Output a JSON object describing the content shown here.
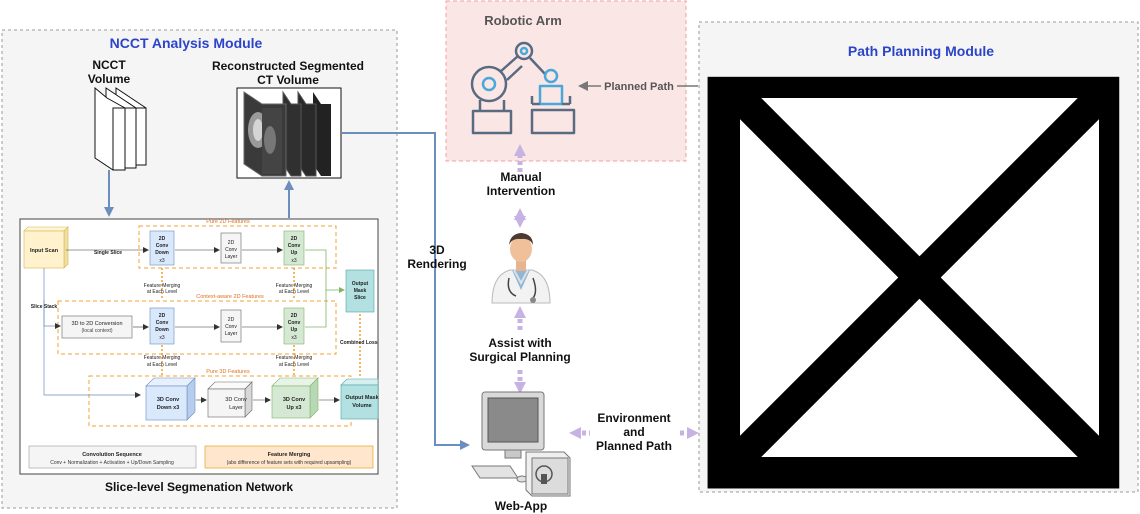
{
  "ncct_module": {
    "title": "NCCT Analysis Module",
    "volume_label_1": "NCCT",
    "volume_label_2": "Volume",
    "recon_label_1": "Reconstructed Segmented",
    "recon_label_2": "CT Volume",
    "network_caption": "Slice-level Segmenation Network"
  },
  "network": {
    "input_scan": "Input Scan",
    "single_slice": "Single Slice",
    "slice_stack": "Slice Stack",
    "pure2d_title": "Pure 2D Features",
    "context2d_title": "Context-aware 2D Features",
    "pure3d_title": "Pure 3D Features",
    "conv2d_down": [
      "2D",
      "Conv",
      "Down",
      "x3"
    ],
    "conv2d_layer": [
      "2D",
      "Conv",
      "Layer"
    ],
    "conv2d_up": [
      "2D",
      "Conv",
      "Up",
      "x3"
    ],
    "conv3d_down": [
      "3D Conv",
      "Down x3"
    ],
    "conv3d_layer": [
      "3D Conv",
      "Layer"
    ],
    "conv3d_up": [
      "3D Conv",
      "Up x3"
    ],
    "conv3d_to_2d": [
      "3D to 2D Conversion",
      "(local context)"
    ],
    "feature_merging_level": [
      "Feature Merging",
      "at Each Level"
    ],
    "output_mask_slice": [
      "Output",
      "Mask",
      "Slice"
    ],
    "output_mask_volume": [
      "Output Mask",
      "Volume"
    ],
    "combined_loss": "Combined Loss",
    "legend_conv_title": "Convolution Sequence",
    "legend_conv_text": "Conv + Normalization + Activation + Up/Down Sampling",
    "legend_merge_title": "Feature Merging",
    "legend_merge_text": "(abs difference of feature sets with required upsampling)"
  },
  "robotic_arm": {
    "title": "Robotic Arm",
    "planned_path": "Planned Path"
  },
  "center": {
    "manual_1": "Manual",
    "manual_2": "Intervention",
    "render_1": "3D",
    "render_2": "Rendering",
    "assist_1": "Assist with",
    "assist_2": "Surgical Planning",
    "webapp": "Web-App",
    "env_1": "Environment",
    "env_2": "and",
    "env_3": "Planned Path"
  },
  "path_module": {
    "title": "Path Planning Module"
  },
  "colors": {
    "title_blue": "#2b44c8",
    "arrow_blue": "#6c8ebf",
    "dashed_purple": "#b9a3d6",
    "orange_dash": "#f0a030",
    "robot_box_fill": "#fbe6e6",
    "robot_box_border": "#f0a0a0",
    "conv_fill": "#dae8fc",
    "up_fill": "#d5e8d4",
    "output_fill": "#b3e0e0",
    "input_fill": "#fff2cc"
  }
}
